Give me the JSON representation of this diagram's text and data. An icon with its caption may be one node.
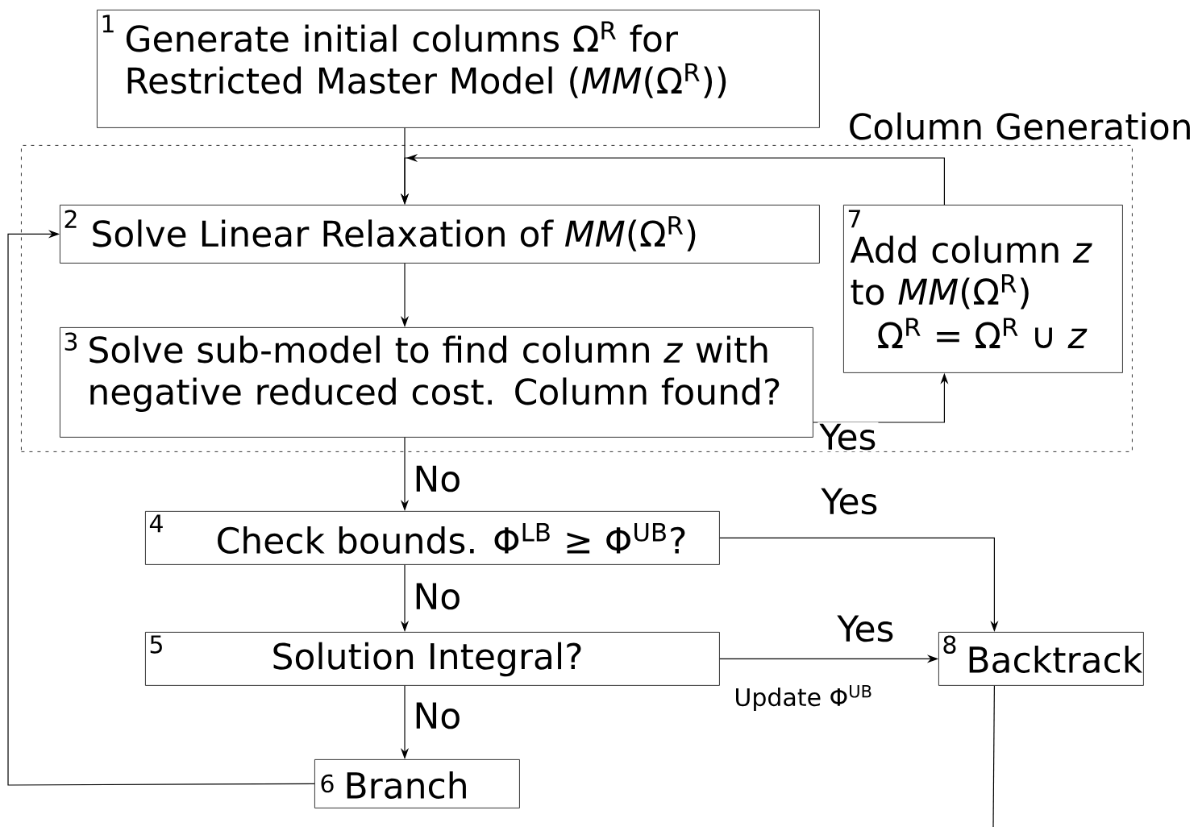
{
  "diagram": {
    "nodes": [
      {
        "text": [
          "Column Generation"
        ]
      },
      {
        "text": [
          "1",
          "Generate initial columns Ω$^{R}$ for Restricted Master Model (*MM*(Ω$^{R}$))"
        ]
      },
      {
        "text": [
          "2",
          "Solve Linear Relaxation of *MM*(Ω$^{R}$)"
        ],
        "in": 0
      },
      {
        "text": [
          "3",
          "Solve sub-model to find column *z* with negative reduced cost. Column found?"
        ],
        "in": 0
      },
      {
        "text": [
          "7",
          "Add column *z* to *MM*(Ω$^{R}$)",
          "Ω$^{R}$ = Ω$^{R}$ ∪ *z*"
        ],
        "in": 0
      },
      {
        "text": [
          "4",
          "Check bounds. Φ$^{LB}$ ≥ Φ$^{UB}$?"
        ]
      },
      {
        "text": [
          "5",
          "Solution Integral?"
        ]
      },
      {
        "text": [
          "6",
          "Branch"
        ]
      },
      {
        "text": [
          "8",
          "Backtrack"
        ]
      }
    ],
    "edges": [
      {
        "from": 1,
        "to": 2,
        "arrow": "to"
      },
      {
        "from": 4,
        "to": 2,
        "arrow": "to"
      },
      {
        "from": 2,
        "to": 3,
        "arrow": "to"
      },
      {
        "from": 3,
        "to": 4,
        "arrow": "to",
        "label": "Yes"
      },
      {
        "from": 3,
        "to": 5,
        "arrow": "to",
        "label": "No"
      },
      {
        "from": 5,
        "to": 8,
        "arrow": "to",
        "label": "Yes"
      },
      {
        "from": 5,
        "to": 6,
        "arrow": "to",
        "label": "No"
      },
      {
        "from": 6,
        "to": 8,
        "arrow": "to",
        "label": "Yes"
      },
      {
        "from": 6,
        "to": 7,
        "arrow": "to",
        "label": "No"
      },
      {
        "from": 7,
        "to": 2,
        "arrow": "to"
      },
      {
        "from": 8,
        "to": null,
        "arrow": "none"
      }
    ],
    "labels": [
      "Update Φ$^{UB}$"
    ]
  }
}
